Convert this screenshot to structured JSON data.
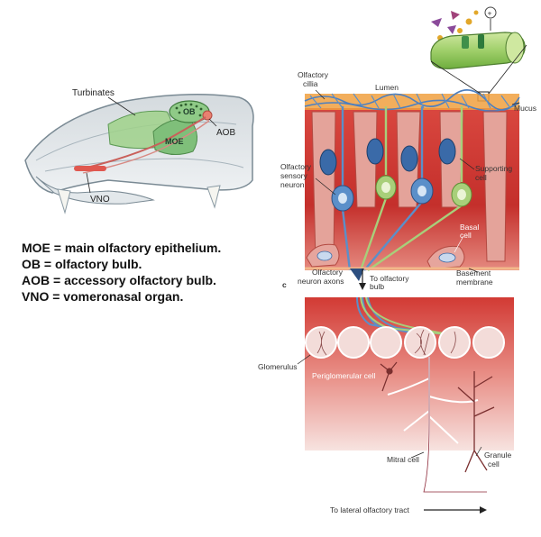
{
  "snout": {
    "turbinates": "Turbinates",
    "ob": "OB",
    "aob": "AOB",
    "moe": "MOE",
    "vno": "VNO"
  },
  "legend": [
    "MOE = main olfactory epithelium.",
    "OB = olfactory bulb.",
    "AOB = accessory olfactory bulb.",
    "VNO = vomeronasal organ."
  ],
  "epithelium": {
    "olfactory_cilia_line1": "Olfactory",
    "olfactory_cilia_line2": "cillia",
    "lumen": "Lumen",
    "mucus": "Mucus",
    "sensory_line1": "Olfactory",
    "sensory_line2": "sensory",
    "sensory_line3": "neuron",
    "supporting_line1": "Supporting",
    "supporting_line2": "cell",
    "basal_line1": "Basal",
    "basal_line2": "cell",
    "axons_line1": "Olfactory",
    "axons_line2": "neuron axons",
    "to_bulb_line1": "To olfactory",
    "to_bulb_line2": "bulb",
    "basement_line1": "Basement",
    "basement_line2": "membrane",
    "panel_letter": "c"
  },
  "bulb": {
    "glomerulus": "Glomerulus",
    "periglomerular": "Periglomerular cell",
    "mitral": "Mitral cell",
    "granule_line1": "Granule",
    "granule_line2": "cell",
    "lateral_tract": "To lateral olfactory tract"
  },
  "inset": {
    "plus_symbol": "+"
  },
  "colors": {
    "tissue_red": "#c8332e",
    "tissue_light": "#e8a09a",
    "neuron_blue": "#5b8fc9",
    "support_green": "#b9d88a",
    "mucus_orange": "#f0a040",
    "bulb_green": "#8fca87"
  }
}
